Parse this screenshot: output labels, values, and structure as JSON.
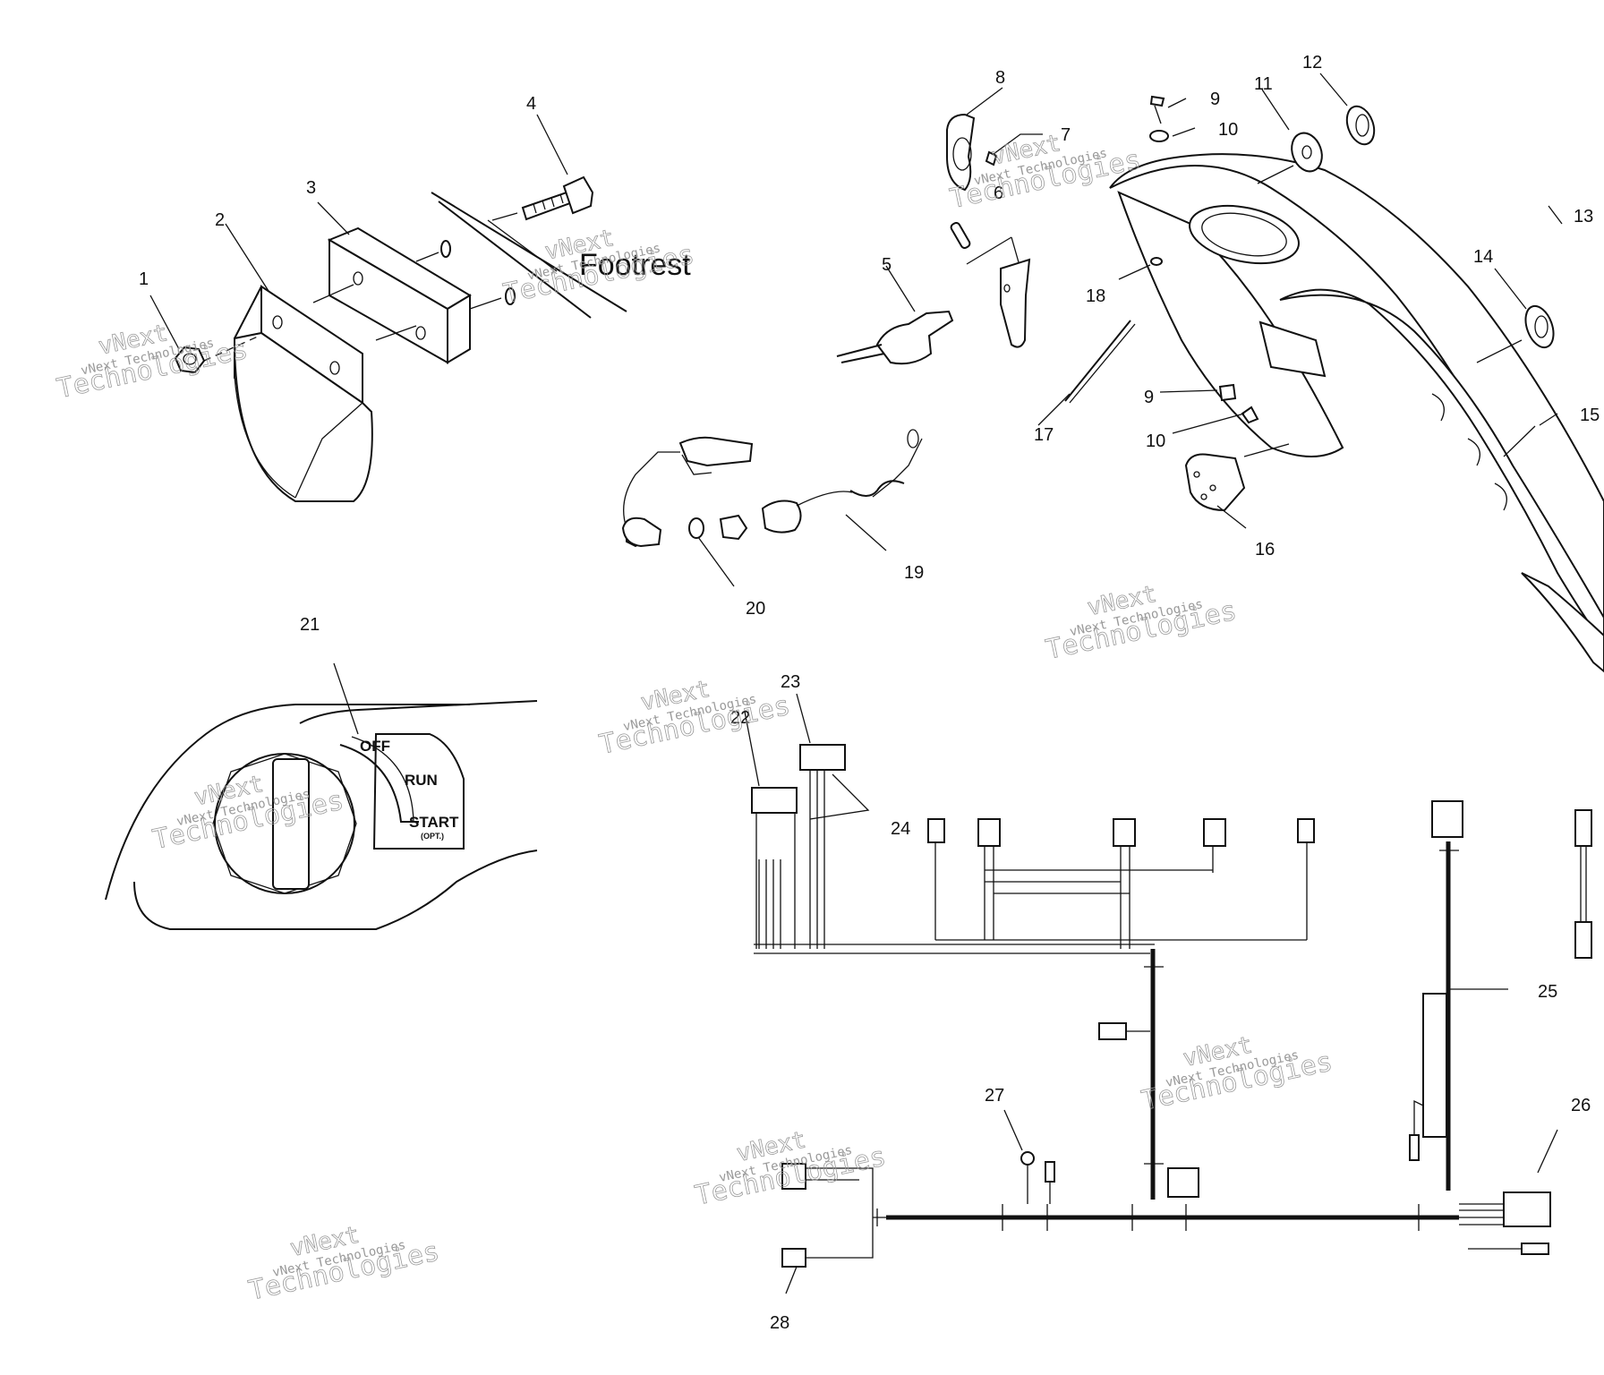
{
  "callouts": {
    "c1": "1",
    "c2": "2",
    "c3": "3",
    "c4": "4",
    "c5": "5",
    "c6": "6",
    "c7": "7",
    "c8": "8",
    "c9a": "9",
    "c9b": "9",
    "c10a": "10",
    "c10b": "10",
    "c11": "11",
    "c12": "12",
    "c13": "13",
    "c14": "14",
    "c15": "15",
    "c16": "16",
    "c17": "17",
    "c18": "18",
    "c19": "19",
    "c20": "20",
    "c21": "21",
    "c22": "22",
    "c23": "23",
    "c24": "24",
    "c25": "25",
    "c26": "26",
    "c27": "27",
    "c28": "28"
  },
  "labels": {
    "footrest": "Footrest"
  },
  "dial": {
    "off": "OFF",
    "run": "RUN",
    "start": "START",
    "opt": "(OPT.)"
  },
  "watermark": {
    "line1": "vNext",
    "line2": "Technologies",
    "caption": "vNext Technologies"
  },
  "colors": {
    "line": "#111111",
    "watermark": "#9a9a9a",
    "background": "#ffffff"
  }
}
